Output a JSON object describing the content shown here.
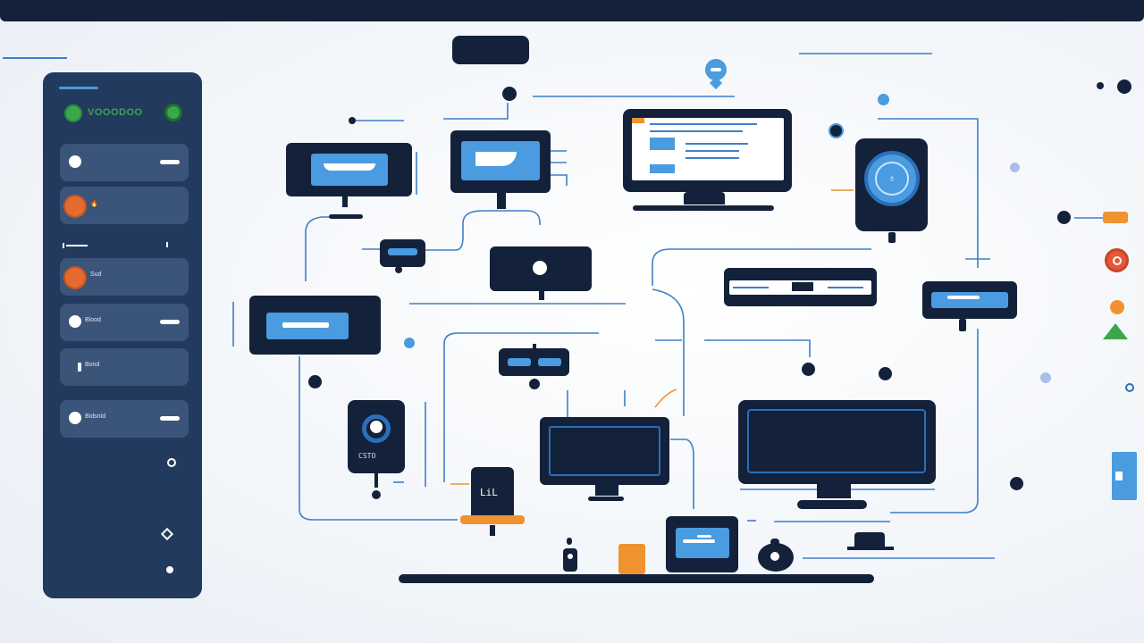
{
  "sidebar": {
    "header_text": "VOOODOO",
    "items": [
      {
        "label": "",
        "icon": "circle-icon"
      },
      {
        "label": "🔥",
        "icon": "orange-circle-icon"
      },
      {
        "label": "Sud",
        "icon": "orange-circle-icon"
      },
      {
        "label": "Blood",
        "icon": "circle-icon"
      },
      {
        "label": "Bond",
        "icon": "square-icon"
      },
      {
        "label": "Bidsnid",
        "icon": "circle-icon"
      }
    ]
  },
  "devices": {
    "phone_label": "CSTO",
    "tablet_label": "LiL"
  },
  "colors": {
    "navy": "#14213a",
    "panel": "#223a5e",
    "accent_blue": "#4a9be0",
    "orange": "#f0922f",
    "green": "#3aa84a",
    "red": "#e4573a"
  }
}
